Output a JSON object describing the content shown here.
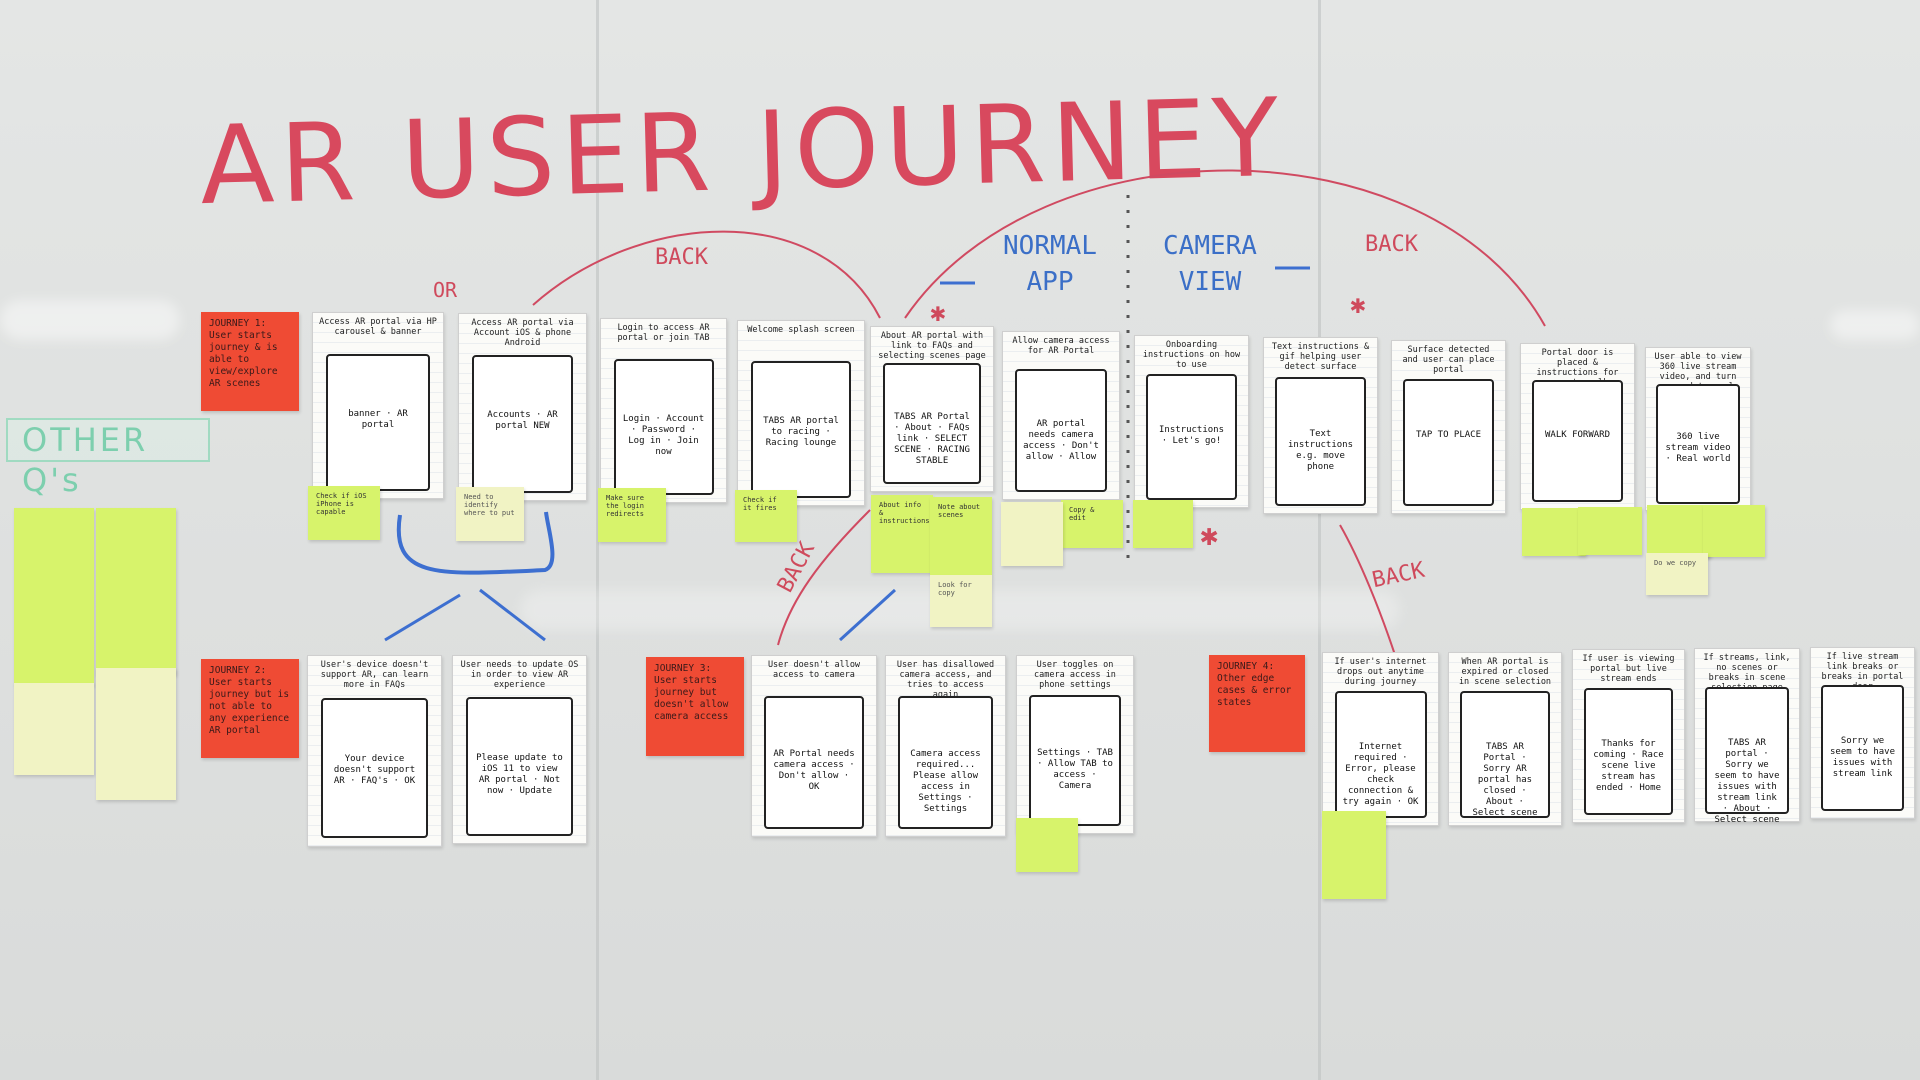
{
  "whiteboard": {
    "title": "AR USER JOURNEY",
    "side_label": "OTHER Q's",
    "labels": {
      "back_1": "BACK",
      "back_2": "BACK",
      "back_3": "BACK",
      "back_4": "BACK",
      "or": "OR",
      "normal_app": "NORMAL APP",
      "camera_view": "CAMERA VIEW"
    },
    "journey_cards": [
      "JOURNEY 1: User starts journey & is able to view/explore AR scenes",
      "JOURNEY 2: User starts journey but is not able to any experience AR portal",
      "JOURNEY 3: User starts journey but doesn't allow camera access",
      "JOURNEY 4: Other edge cases & error states"
    ],
    "row1_wireframes": [
      {
        "caption": "Access AR portal via HP carousel & banner",
        "screen": "banner · AR portal"
      },
      {
        "caption": "Access AR portal via Account iOS & phone Android",
        "screen": "Accounts · AR portal NEW"
      },
      {
        "caption": "Login to access AR portal or join TAB",
        "screen": "Login · Account · Password · Log in · Join now"
      },
      {
        "caption": "Welcome splash screen",
        "screen": "TABS AR portal to racing · Racing lounge"
      },
      {
        "caption": "About AR portal with link to FAQs and selecting scenes page",
        "screen": "TABS AR Portal · About · FAQs link · SELECT SCENE · RACING STABLE"
      },
      {
        "caption": "Allow camera access for AR Portal",
        "screen": "AR portal needs camera access · Don't allow · Allow"
      },
      {
        "caption": "Onboarding instructions on how to use",
        "screen": "Instructions · Let's go!"
      },
      {
        "caption": "Text instructions & gif helping user detect surface",
        "screen": "Text instructions e.g. move phone"
      },
      {
        "caption": "Surface detected and user can place portal",
        "screen": "TAP TO PLACE"
      },
      {
        "caption": "Portal door is placed & instructions for user to walk through it",
        "screen": "WALK FORWARD"
      },
      {
        "caption": "User able to view 360 live stream video, and turn around to real world",
        "screen": "360 live stream video · Real world"
      }
    ],
    "row2_wireframes": [
      {
        "caption": "User's device doesn't support AR, can learn more in FAQs",
        "screen": "Your device doesn't support AR · FAQ's · OK"
      },
      {
        "caption": "User needs to update OS in order to view AR experience",
        "screen": "Please update to iOS 11 to view AR portal · Not now · Update"
      },
      {
        "caption": "User doesn't allow access to camera",
        "screen": "AR Portal needs camera access · Don't allow · OK"
      },
      {
        "caption": "User has disallowed camera access, and tries to access again",
        "screen": "Camera access required... Please allow access in Settings · Settings"
      },
      {
        "caption": "User toggles on camera access in phone settings",
        "screen": "Settings · TAB · Allow TAB to access · Camera"
      },
      {
        "caption": "If user's internet drops out anytime during journey",
        "screen": "Internet required · Error, please check connection & try again · OK"
      },
      {
        "caption": "When AR portal is expired or closed in scene selection",
        "screen": "TABS AR Portal · Sorry AR portal has closed · About · Select scene"
      },
      {
        "caption": "If user is viewing portal but live stream ends",
        "screen": "Thanks for coming · Race scene live stream has ended · Home"
      },
      {
        "caption": "If streams, link, no scenes or breaks in scene selection page",
        "screen": "TABS AR portal · Sorry we seem to have issues with stream link · About · Select scene"
      },
      {
        "caption": "If live stream link breaks or breaks in portal door",
        "screen": "Sorry we seem to have issues with stream link"
      }
    ],
    "sticky_notes": [
      "Check if iOS iPhone is capable",
      "Need to identify where to put",
      "Make sure the login redirects",
      "Check if it fires",
      "About info & instructions",
      "Note about scenes",
      "Look for copy",
      "Copy & edit",
      "Do we copy"
    ]
  }
}
